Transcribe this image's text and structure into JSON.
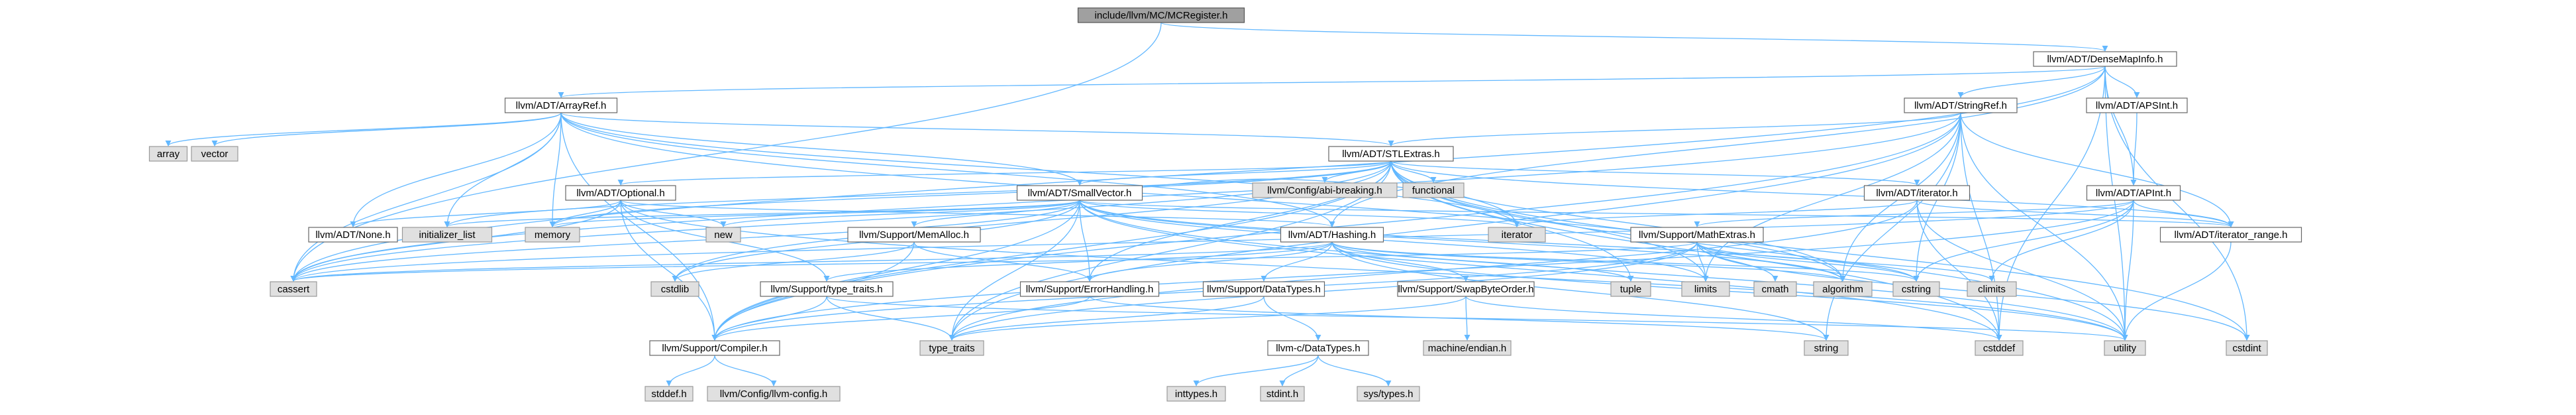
{
  "colors": {
    "edge": "#63b8ff",
    "root_fill": "#a0a0a0",
    "header_fill": "#ffffff",
    "system_fill": "#e0e0e0"
  },
  "nodes": [
    {
      "id": "root",
      "label": "include/llvm/MC/MCRegister.h",
      "kind": "root"
    },
    {
      "id": "densemapinfo",
      "label": "llvm/ADT/DenseMapInfo.h",
      "kind": "local"
    },
    {
      "id": "arrayref",
      "label": "llvm/ADT/ArrayRef.h",
      "kind": "local"
    },
    {
      "id": "stringref",
      "label": "llvm/ADT/StringRef.h",
      "kind": "local"
    },
    {
      "id": "apsint",
      "label": "llvm/ADT/APSInt.h",
      "kind": "local"
    },
    {
      "id": "array",
      "label": "array",
      "kind": "sys"
    },
    {
      "id": "vector",
      "label": "vector",
      "kind": "sys"
    },
    {
      "id": "stlextras",
      "label": "llvm/ADT/STLExtras.h",
      "kind": "local"
    },
    {
      "id": "abibreaking",
      "label": "llvm/Config/abi-breaking.h",
      "kind": "sys"
    },
    {
      "id": "functional",
      "label": "functional",
      "kind": "sys"
    },
    {
      "id": "optional",
      "label": "llvm/ADT/Optional.h",
      "kind": "local"
    },
    {
      "id": "smallvector",
      "label": "llvm/ADT/SmallVector.h",
      "kind": "local"
    },
    {
      "id": "iteratorh",
      "label": "llvm/ADT/iterator.h",
      "kind": "local"
    },
    {
      "id": "apint",
      "label": "llvm/ADT/APInt.h",
      "kind": "local"
    },
    {
      "id": "none",
      "label": "llvm/ADT/None.h",
      "kind": "local"
    },
    {
      "id": "initializer_list",
      "label": "initializer_list",
      "kind": "sys"
    },
    {
      "id": "memory",
      "label": "memory",
      "kind": "sys"
    },
    {
      "id": "new",
      "label": "new",
      "kind": "sys"
    },
    {
      "id": "memalloc",
      "label": "llvm/Support/MemAlloc.h",
      "kind": "local"
    },
    {
      "id": "hashing",
      "label": "llvm/ADT/Hashing.h",
      "kind": "local"
    },
    {
      "id": "iterator",
      "label": "iterator",
      "kind": "sys"
    },
    {
      "id": "mathextras",
      "label": "llvm/Support/MathExtras.h",
      "kind": "local"
    },
    {
      "id": "iteratorrange",
      "label": "llvm/ADT/iterator_range.h",
      "kind": "local"
    },
    {
      "id": "cassert",
      "label": "cassert",
      "kind": "sys"
    },
    {
      "id": "cstdlib",
      "label": "cstdlib",
      "kind": "sys"
    },
    {
      "id": "typetraitsh",
      "label": "llvm/Support/type_traits.h",
      "kind": "local"
    },
    {
      "id": "errorhandling",
      "label": "llvm/Support/ErrorHandling.h",
      "kind": "local"
    },
    {
      "id": "datatypes",
      "label": "llvm/Support/DataTypes.h",
      "kind": "local"
    },
    {
      "id": "swapbyteorder",
      "label": "llvm/Support/SwapByteOrder.h",
      "kind": "local"
    },
    {
      "id": "tuple",
      "label": "tuple",
      "kind": "sys"
    },
    {
      "id": "limits",
      "label": "limits",
      "kind": "sys"
    },
    {
      "id": "cmath",
      "label": "cmath",
      "kind": "sys"
    },
    {
      "id": "algorithm",
      "label": "algorithm",
      "kind": "sys"
    },
    {
      "id": "cstring",
      "label": "cstring",
      "kind": "sys"
    },
    {
      "id": "climits",
      "label": "climits",
      "kind": "sys"
    },
    {
      "id": "compiler",
      "label": "llvm/Support/Compiler.h",
      "kind": "local"
    },
    {
      "id": "type_traits",
      "label": "type_traits",
      "kind": "sys"
    },
    {
      "id": "cdatatypes",
      "label": "llvm-c/DataTypes.h",
      "kind": "local"
    },
    {
      "id": "machineendian",
      "label": "machine/endian.h",
      "kind": "sys"
    },
    {
      "id": "string",
      "label": "string",
      "kind": "sys"
    },
    {
      "id": "cstddef",
      "label": "cstddef",
      "kind": "sys"
    },
    {
      "id": "utility",
      "label": "utility",
      "kind": "sys"
    },
    {
      "id": "cstdint",
      "label": "cstdint",
      "kind": "sys"
    },
    {
      "id": "stddef",
      "label": "stddef.h",
      "kind": "sys"
    },
    {
      "id": "llvmconfig",
      "label": "llvm/Config/llvm-config.h",
      "kind": "sys"
    },
    {
      "id": "inttypes",
      "label": "inttypes.h",
      "kind": "sys"
    },
    {
      "id": "stdint",
      "label": "stdint.h",
      "kind": "sys"
    },
    {
      "id": "systypes",
      "label": "sys/types.h",
      "kind": "sys"
    }
  ],
  "edges": [
    [
      "root",
      "densemapinfo"
    ],
    [
      "root",
      "cassert"
    ],
    [
      "densemapinfo",
      "arrayref"
    ],
    [
      "densemapinfo",
      "stringref"
    ],
    [
      "densemapinfo",
      "apsint"
    ],
    [
      "densemapinfo",
      "apint"
    ],
    [
      "densemapinfo",
      "hashing"
    ],
    [
      "densemapinfo",
      "cassert"
    ],
    [
      "densemapinfo",
      "cstddef"
    ],
    [
      "densemapinfo",
      "cstdint"
    ],
    [
      "densemapinfo",
      "utility"
    ],
    [
      "arrayref",
      "array"
    ],
    [
      "arrayref",
      "vector"
    ],
    [
      "arrayref",
      "stlextras"
    ],
    [
      "arrayref",
      "none"
    ],
    [
      "arrayref",
      "smallvector"
    ],
    [
      "arrayref",
      "hashing"
    ],
    [
      "arrayref",
      "compiler"
    ],
    [
      "arrayref",
      "initializer_list"
    ],
    [
      "arrayref",
      "memory"
    ],
    [
      "arrayref",
      "cassert"
    ],
    [
      "arrayref",
      "algorithm"
    ],
    [
      "arrayref",
      "iterator"
    ],
    [
      "stringref",
      "stlextras"
    ],
    [
      "stringref",
      "iteratorrange"
    ],
    [
      "stringref",
      "compiler"
    ],
    [
      "stringref",
      "algorithm"
    ],
    [
      "stringref",
      "cassert"
    ],
    [
      "stringref",
      "cstddef"
    ],
    [
      "stringref",
      "cstring"
    ],
    [
      "stringref",
      "limits"
    ],
    [
      "stringref",
      "string"
    ],
    [
      "stringref",
      "type_traits"
    ],
    [
      "stringref",
      "utility"
    ],
    [
      "apsint",
      "apint"
    ],
    [
      "apint",
      "mathextras"
    ],
    [
      "apint",
      "compiler"
    ],
    [
      "apint",
      "cassert"
    ],
    [
      "apint",
      "climits"
    ],
    [
      "apint",
      "cstring"
    ],
    [
      "apint",
      "utility"
    ],
    [
      "apint",
      "iteratorrange"
    ],
    [
      "stlextras",
      "abibreaking"
    ],
    [
      "stlextras",
      "functional"
    ],
    [
      "stlextras",
      "optional"
    ],
    [
      "stlextras",
      "iteratorh"
    ],
    [
      "stlextras",
      "smallvector"
    ],
    [
      "stlextras",
      "iteratorrange"
    ],
    [
      "stlextras",
      "compiler"
    ],
    [
      "stlextras",
      "errorhandling"
    ],
    [
      "stlextras",
      "algorithm"
    ],
    [
      "stlextras",
      "cassert"
    ],
    [
      "stlextras",
      "cstddef"
    ],
    [
      "stlextras",
      "cstdint"
    ],
    [
      "stlextras",
      "cstdlib"
    ],
    [
      "stlextras",
      "initializer_list"
    ],
    [
      "stlextras",
      "iterator"
    ],
    [
      "stlextras",
      "limits"
    ],
    [
      "stlextras",
      "memory"
    ],
    [
      "stlextras",
      "tuple"
    ],
    [
      "stlextras",
      "type_traits"
    ],
    [
      "stlextras",
      "utility"
    ],
    [
      "optional",
      "none"
    ],
    [
      "optional",
      "compiler"
    ],
    [
      "optional",
      "typetraitsh"
    ],
    [
      "optional",
      "cassert"
    ],
    [
      "optional",
      "memory"
    ],
    [
      "optional",
      "new"
    ],
    [
      "optional",
      "utility"
    ],
    [
      "optional",
      "hashing"
    ],
    [
      "smallvector",
      "memalloc"
    ],
    [
      "smallvector",
      "compiler"
    ],
    [
      "smallvector",
      "errorhandling"
    ],
    [
      "smallvector",
      "type_traits"
    ],
    [
      "smallvector",
      "algorithm"
    ],
    [
      "smallvector",
      "cassert"
    ],
    [
      "smallvector",
      "cstddef"
    ],
    [
      "smallvector",
      "cstdlib"
    ],
    [
      "smallvector",
      "cstring"
    ],
    [
      "smallvector",
      "functional"
    ],
    [
      "smallvector",
      "initializer_list"
    ],
    [
      "smallvector",
      "iterator"
    ],
    [
      "smallvector",
      "limits"
    ],
    [
      "smallvector",
      "memory"
    ],
    [
      "smallvector",
      "new"
    ],
    [
      "smallvector",
      "utility"
    ],
    [
      "smallvector",
      "iteratorrange"
    ],
    [
      "iteratorh",
      "iteratorrange"
    ],
    [
      "iteratorh",
      "cstddef"
    ],
    [
      "iteratorh",
      "iterator"
    ],
    [
      "iteratorh",
      "type_traits"
    ],
    [
      "iteratorh",
      "utility"
    ],
    [
      "memalloc",
      "compiler"
    ],
    [
      "memalloc",
      "errorhandling"
    ],
    [
      "memalloc",
      "cstdlib"
    ],
    [
      "hashing",
      "errorhandling"
    ],
    [
      "hashing",
      "datatypes"
    ],
    [
      "hashing",
      "swapbyteorder"
    ],
    [
      "hashing",
      "typetraitsh"
    ],
    [
      "hashing",
      "algorithm"
    ],
    [
      "hashing",
      "cassert"
    ],
    [
      "hashing",
      "cstring"
    ],
    [
      "hashing",
      "string"
    ],
    [
      "hashing",
      "tuple"
    ],
    [
      "hashing",
      "utility"
    ],
    [
      "mathextras",
      "compiler"
    ],
    [
      "mathextras",
      "algorithm"
    ],
    [
      "mathextras",
      "cassert"
    ],
    [
      "mathextras",
      "climits"
    ],
    [
      "mathextras",
      "cmath"
    ],
    [
      "mathextras",
      "cstdint"
    ],
    [
      "mathextras",
      "cstring"
    ],
    [
      "mathextras",
      "limits"
    ],
    [
      "mathextras",
      "type_traits"
    ],
    [
      "iteratorrange",
      "utility"
    ],
    [
      "typetraitsh",
      "compiler"
    ],
    [
      "typetraitsh",
      "type_traits"
    ],
    [
      "typetraitsh",
      "utility"
    ],
    [
      "errorhandling",
      "compiler"
    ],
    [
      "errorhandling",
      "string"
    ],
    [
      "datatypes",
      "cdatatypes"
    ],
    [
      "datatypes",
      "type_traits"
    ],
    [
      "swapbyteorder",
      "cstddef"
    ],
    [
      "swapbyteorder",
      "type_traits"
    ],
    [
      "swapbyteorder",
      "machineendian"
    ],
    [
      "cdatatypes",
      "inttypes"
    ],
    [
      "cdatatypes",
      "stdint"
    ],
    [
      "cdatatypes",
      "systypes"
    ],
    [
      "compiler",
      "stddef"
    ],
    [
      "compiler",
      "llvmconfig"
    ]
  ]
}
